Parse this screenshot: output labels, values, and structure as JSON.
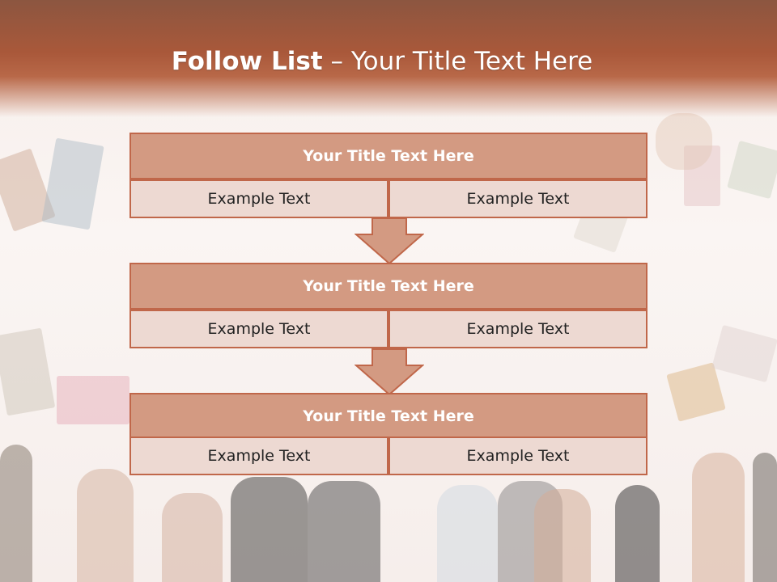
{
  "slide": {
    "title_bold": "Follow List",
    "title_rest": " – Your Title Text Here"
  },
  "blocks": [
    {
      "title": "Your Title Text Here",
      "left": "Example Text",
      "right": "Example Text"
    },
    {
      "title": "Your Title Text Here",
      "left": "Example Text",
      "right": "Example Text"
    },
    {
      "title": "Your Title Text Here",
      "left": "Example Text",
      "right": "Example Text"
    }
  ],
  "colors": {
    "header": "#a9583a",
    "block_title_fill": "#d39a82",
    "block_border": "#c0674a",
    "cell_fill": "#edd9d2",
    "arrow_fill": "#d39a82"
  }
}
